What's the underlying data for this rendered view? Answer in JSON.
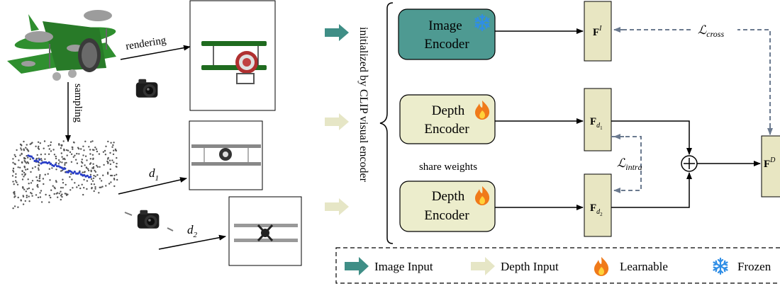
{
  "labels": {
    "rendering": "rendering",
    "sampling": "sampling",
    "d1_main": "d",
    "d1_sub": "1",
    "d2_main": "d",
    "d2_sub": "2",
    "clip_label": "initialized by CLIP visual encoder",
    "share_weights": "share weights"
  },
  "encoders": {
    "image": [
      "Image",
      "Encoder"
    ],
    "depth1": [
      "Depth",
      "Encoder"
    ],
    "depth2": [
      "Depth",
      "Encoder"
    ]
  },
  "features": {
    "fi_main": "F",
    "fi_sup": "I",
    "fd1_main": "F",
    "fd1_sub": "d",
    "fd1_subsub": "1",
    "fd2_main": "F",
    "fd2_sub": "d",
    "fd2_subsub": "2",
    "fD_main": "F",
    "fD_sup": "D"
  },
  "losses": {
    "cross_main": "ℒ",
    "cross_sub": "cross",
    "intra_main": "ℒ",
    "intra_sub": "intra"
  },
  "legend": {
    "image_input": "Image Input",
    "depth_input": "Depth Input",
    "learnable": "Learnable",
    "frozen": "Frozen"
  },
  "colors": {
    "image_encoder_fill": "#4e9a92",
    "depth_encoder_fill": "#ecedcc",
    "feature_fill": "#e8e6c2",
    "image_arrow": "#3f8e86",
    "depth_arrow": "#e6e6c6",
    "dashed": "#6b7a8f",
    "frozen_icon": "#2f8ee6",
    "flame": "#f07a1a",
    "plane_green": "#2f8f2f"
  }
}
